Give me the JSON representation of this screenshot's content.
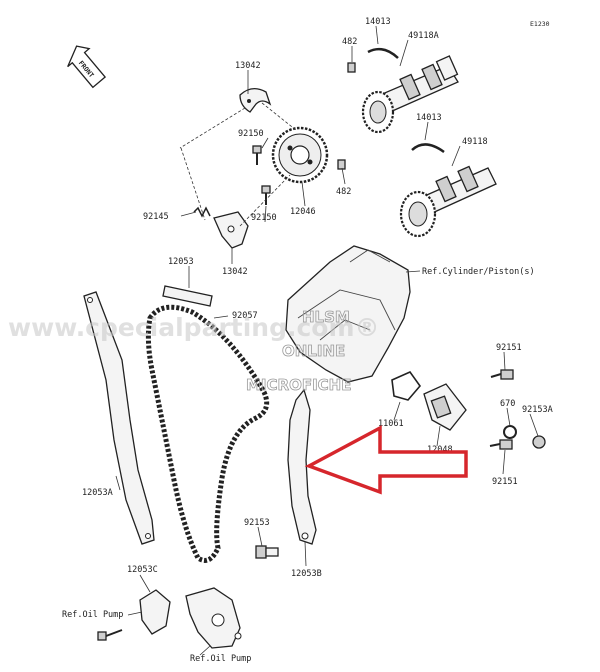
{
  "diagram_code": "E1230",
  "front_label": "FRONT",
  "watermark_main": "www.cpecialparting.com®",
  "watermark_stamp": [
    "HLSM",
    "ONLINE",
    "MICROFICHE"
  ],
  "parts": {
    "p14013a": "14013",
    "p49118a": "49118A",
    "p482a": "482",
    "p13042a": "13042",
    "p92150a": "92150",
    "p12046": "12046",
    "p482b": "482",
    "p14013b": "14013",
    "p49118": "49118",
    "p92145": "92145",
    "p92150b": "92150",
    "p13042b": "13042",
    "p12053": "12053",
    "p92057": "92057",
    "pRefCyl": "Ref.Cylinder/Piston(s)",
    "p92151a": "92151",
    "p670": "670",
    "p92153a": "92153A",
    "p11061": "11061",
    "p12048": "12048",
    "p92151b": "92151",
    "p12053a": "12053A",
    "p92153": "92153",
    "p12053b": "12053B",
    "p12053c": "12053C",
    "pRefOilPump1": "Ref.Oil Pump",
    "pRefOilPump2": "Ref.Oil Pump"
  },
  "colors": {
    "arrow": "#d6262c",
    "ink": "#222222",
    "watermark": "#c8c8c8"
  }
}
